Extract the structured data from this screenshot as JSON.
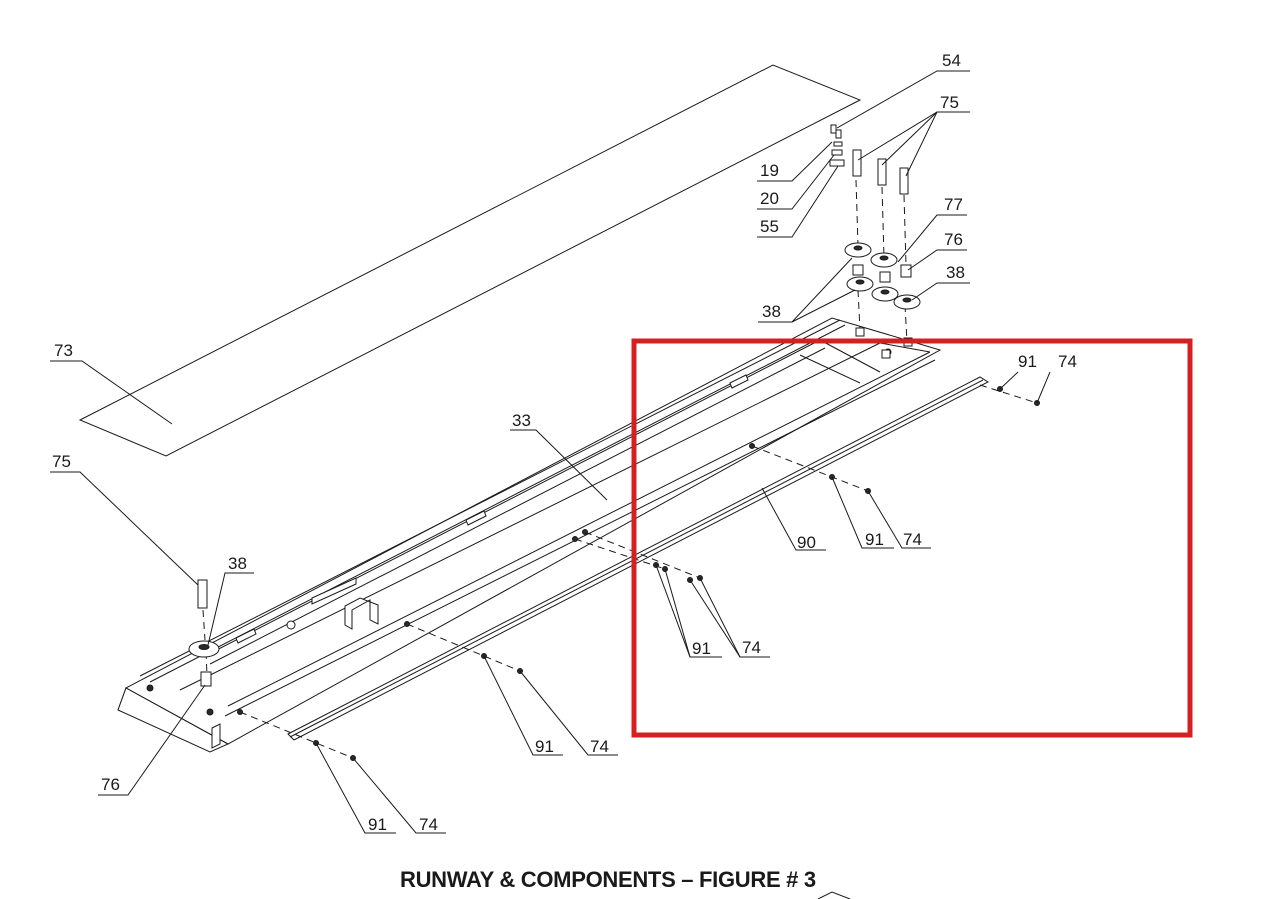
{
  "caption": "RUNWAY & COMPONENTS – FIGURE # 3",
  "callouts": {
    "c54": "54",
    "c75_top": "75",
    "c19": "19",
    "c20": "20",
    "c55": "55",
    "c77": "77",
    "c76_top": "76",
    "c38_right": "38",
    "c38_left": "38",
    "c73": "73",
    "c91_a": "91",
    "c74_a": "74",
    "c33": "33",
    "c75_left": "75",
    "c38_bottom": "38",
    "c90": "90",
    "c91_b": "91",
    "c74_b": "74",
    "c91_c": "91",
    "c74_c": "74",
    "c91_d": "91",
    "c74_d": "74",
    "c76_bottom": "76",
    "c91_e": "91",
    "c74_e": "74"
  },
  "highlight": {
    "color": "#d42020"
  }
}
